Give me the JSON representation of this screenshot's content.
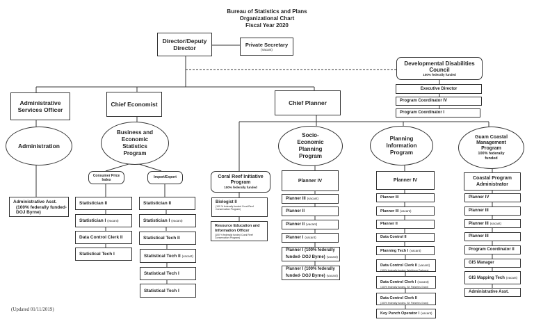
{
  "header": {
    "line1": "Bureau of Statistics and Plans",
    "line2": "Organizational Chart",
    "line3": "Fiscal Year 2020"
  },
  "top": {
    "director": "Director/Deputy Director",
    "secretary": "Private Secretary",
    "secretary_status": "(Vacant)"
  },
  "ddc": {
    "title": "Developmental Disabilities Council",
    "funding": "100% federally funded",
    "positions": [
      "Executive Director",
      "Program Coordinator IV",
      "Program Coordinator I"
    ]
  },
  "admin": {
    "officer": "Administrative Services Officer",
    "program": "Administration",
    "positions": [
      {
        "title": "Administrative Asst.",
        "note": "(100% federally funded- DOJ Byrne)"
      }
    ]
  },
  "economist": {
    "head": "Chief Economist",
    "program": "Business and Economic Statistics Program",
    "units": [
      {
        "name": "Consumer Price Index",
        "positions": [
          {
            "title": "Statistician II",
            "status": ""
          },
          {
            "title": "Statistician I",
            "status": "(vacant)"
          },
          {
            "title": "Data Control Clerk II",
            "status": ""
          },
          {
            "title": "Statistical Tech I",
            "status": ""
          }
        ]
      },
      {
        "name": "Import/Export",
        "positions": [
          {
            "title": "Statistician II",
            "status": ""
          },
          {
            "title": "Statistician I",
            "status": "(vacant)"
          },
          {
            "title": "Statistical Tech II",
            "status": ""
          },
          {
            "title": "Statistical Tech II",
            "status": "(vacant)"
          },
          {
            "title": "Statistical Tech I",
            "status": ""
          },
          {
            "title": "Statistical Tech I",
            "status": ""
          }
        ]
      }
    ]
  },
  "planner": {
    "head": "Chief Planner",
    "coral": {
      "name": "Coral Reef Initiative Program",
      "funding": "100% federally funded",
      "positions": [
        {
          "title": "Biologist II",
          "note": "(100 % federally funded Coral Reef Conservation Program)"
        },
        {
          "title": "Resource Education and Information Officer",
          "note": "(100 % federally funded Coral Reef Conservation Program)"
        }
      ]
    },
    "socio": {
      "name": "Socio-Economic Planning Program",
      "head": "Planner IV",
      "positions": [
        {
          "title": "Planner III",
          "status": "(vacant)"
        },
        {
          "title": "Planner II",
          "status": ""
        },
        {
          "title": "Planner II",
          "status": "(vacant)"
        },
        {
          "title": "Planner I",
          "status": "(vacant)"
        },
        {
          "title": "Planner I (100% federally funded- DOJ Byrne)",
          "status": "(vacant)"
        },
        {
          "title": "Planner I (100% federally funded- DOJ Byrne)",
          "status": "(vacant)"
        }
      ]
    },
    "pip": {
      "name": "Planning Information Program",
      "head": "Planner IV",
      "positions": [
        {
          "title": "Planner III",
          "status": "",
          "note": ""
        },
        {
          "title": "Planner III",
          "status": "(vacant)",
          "note": ""
        },
        {
          "title": "Planner II",
          "status": "",
          "note": ""
        },
        {
          "title": "Data Control II",
          "status": "",
          "note": ""
        },
        {
          "title": "Planning Tech I",
          "status": "(vacant)",
          "note": ""
        },
        {
          "title": "Data Control Clerk II",
          "status": "(vacant)",
          "note": "(100% federally funded- Workforce Partners)"
        },
        {
          "title": "Data Control Clerk I",
          "status": "(vacant)",
          "note": "(100% federally funded- SK Fisheries Grant)"
        },
        {
          "title": "Data Control Clerk II",
          "status": "",
          "note": "(100% federally funded- SK Fisheries Grant)"
        },
        {
          "title": "Key Punch Operator I",
          "status": "(vacant)",
          "note": ""
        }
      ]
    },
    "coastal": {
      "name": "Guam Coastal Management Program",
      "funding": "100% federally funded",
      "head": "Coastal Program Administrator",
      "positions": [
        {
          "title": "Planner IV",
          "status": ""
        },
        {
          "title": "Planner III",
          "status": ""
        },
        {
          "title": "Planner III",
          "status": "(vacant)"
        },
        {
          "title": "Planner III",
          "status": ""
        },
        {
          "title": "Program Coordinator II",
          "status": ""
        },
        {
          "title": "GIS Manager",
          "status": ""
        },
        {
          "title": "GIS Mapping Tech",
          "status": "(vacant)"
        },
        {
          "title": "Administrative Asst.",
          "status": ""
        }
      ]
    }
  },
  "footer": {
    "updated": "(Updated 01/11/2019)"
  }
}
